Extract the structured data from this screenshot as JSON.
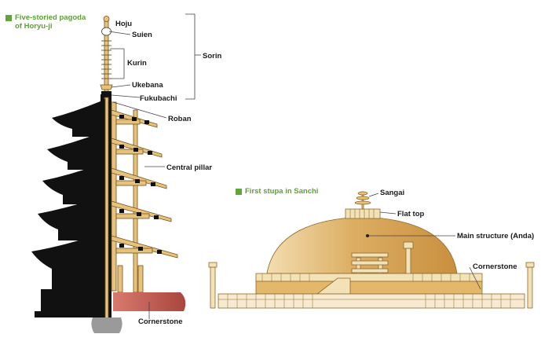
{
  "pagoda": {
    "title_line1": "Five-storied pagoda",
    "title_line2": "of Horyu-ji",
    "labels": {
      "hoju": "Hoju",
      "suien": "Suien",
      "kurin": "Kurin",
      "ukebana": "Ukebana",
      "fukubachi": "Fukubachi",
      "sorin": "Sorin",
      "roban": "Roban",
      "central_pillar": "Central pillar",
      "cornerstone": "Cornerstone"
    }
  },
  "stupa": {
    "title": "First stupa in Sanchi",
    "labels": {
      "sangai": "Sangai",
      "flat_top": "Flat top",
      "main_structure": "Main structure (Anda)",
      "cornerstone": "Cornerstone"
    }
  },
  "colors": {
    "accent_green": "#5fa53a",
    "silhouette": "#111111",
    "wood": "#e8c27a",
    "wood_dark": "#8a6a2a",
    "dome": "#d9a85c",
    "cornerstone_red": "#b5524a",
    "stone_gray": "#9a9a9a"
  }
}
